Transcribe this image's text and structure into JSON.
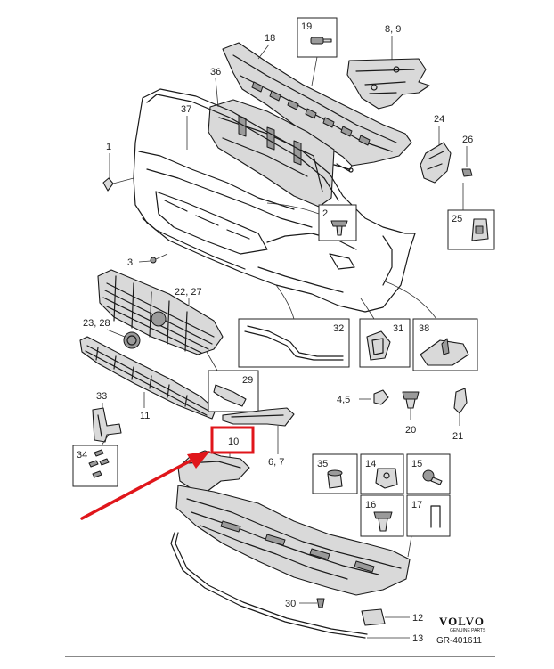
{
  "callouts": {
    "c1": "1",
    "c2": "2",
    "c3": "3",
    "c4_5": "4,5",
    "c6_7": "6, 7",
    "c8_9": "8, 9",
    "c10": "10",
    "c11": "11",
    "c12": "12",
    "c13": "13",
    "c14": "14",
    "c15": "15",
    "c16": "16",
    "c17": "17",
    "c18": "18",
    "c19": "19",
    "c20": "20",
    "c21": "21",
    "c22_27": "22, 27",
    "c23_28": "23, 28",
    "c24": "24",
    "c25": "25",
    "c26": "26",
    "c29": "29",
    "c30": "30",
    "c31": "31",
    "c32": "32",
    "c33": "33",
    "c34": "34",
    "c35": "35",
    "c36": "36",
    "c37": "37",
    "c38": "38"
  },
  "brand": {
    "name": "VOLVO",
    "sub": "GENUINE PARTS"
  },
  "drawing_ref": "GR-401611",
  "colors": {
    "highlight": "#e0161b",
    "arrow": "#e0161b",
    "line": "#1a1a1a"
  }
}
